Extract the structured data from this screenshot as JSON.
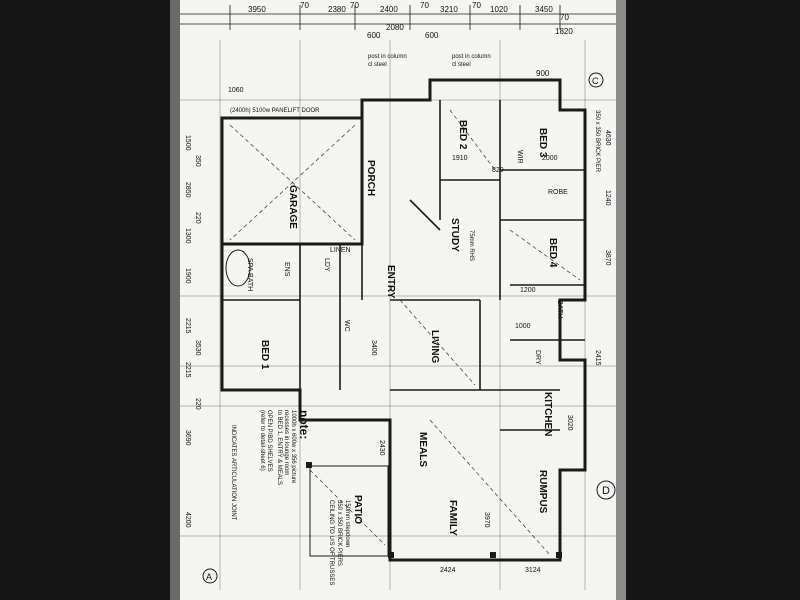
{
  "colors": {
    "paper": "#f4f4f1",
    "ink": "#1a1a1a",
    "border": "#161616"
  },
  "top_dims": [
    "3950",
    "70",
    "2380",
    "70",
    "2400",
    "70",
    "3210",
    "70",
    "1020",
    "3450"
  ],
  "small_dims": [
    "600",
    "2080",
    "600",
    "900",
    "70",
    "1820"
  ],
  "notes": {
    "post1": "post in column",
    "post2": "post in column",
    "steel1": "cl steel",
    "steel2": "cl steel",
    "panel_door": "(2400h) 5100w PANELIFT DOOR",
    "big_note": "note:",
    "note_lines": [
      "1000h x 600w x 356 picture",
      "recesses in lounge room",
      "to BED 1, ENTRY & MEALS",
      "OPEN P/BD SHELVES",
      "(refer to detail-sheet 6)"
    ],
    "articulation": "INDICATES ARTICULATION JOINT",
    "brick_piers": "350 x 350 BRICK PIERS",
    "truss": "CEILING TO U/S OF TRUSSES",
    "stepdown": "150mm stepdown",
    "pier": "350 x 350 BRICK PIER",
    "rhs": "75mm RHS"
  },
  "rooms": {
    "garage": "GARAGE",
    "bed1": "BED 1",
    "bed2": "BED 2",
    "bed3": "BED 3",
    "bed4": "BED 4",
    "study": "STUDY",
    "living": "LIVING",
    "meals": "MEALS",
    "family": "FAMILY",
    "rumpus": "RUMPUS",
    "kitchen": "KITCHEN",
    "patio": "PATIO",
    "entry": "ENTRY",
    "porch": "PORCH",
    "linen": "LINEN",
    "robe": "ROBE",
    "wir": "WIR",
    "dry": "DRY",
    "bath": "BATH",
    "spa": "SPA BATH",
    "ens": "ENS",
    "wc": "WC",
    "ldy": "LDY"
  },
  "marks": {
    "d": "D",
    "a": "A",
    "c": "C"
  },
  "side_dims_left": [
    "1500",
    "350",
    "2850",
    "220",
    "1300",
    "1900",
    "2215",
    "3530",
    "2215",
    "220",
    "3690",
    "4200"
  ],
  "side_dims_right": [
    "4630",
    "1240",
    "3870",
    "2415",
    "3020"
  ],
  "misc_dims": [
    "1060",
    "1910",
    "2000",
    "820",
    "2430",
    "3400",
    "2424",
    "3124",
    "3970",
    "1000",
    "1200"
  ]
}
